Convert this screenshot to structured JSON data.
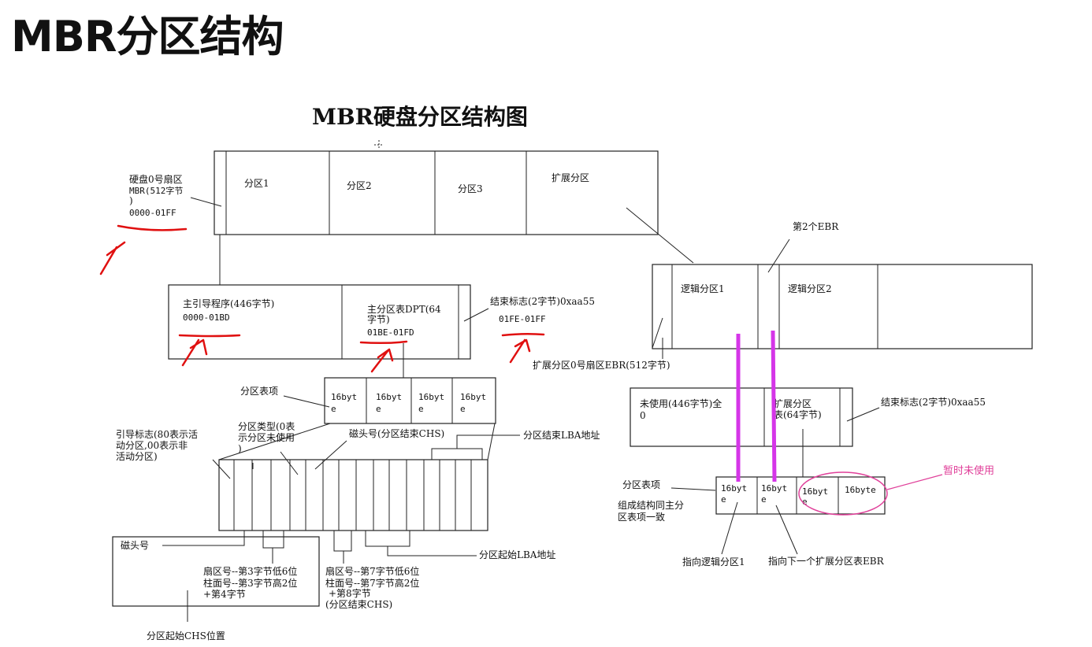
{
  "page_title": "MBR分区结构",
  "diagram": {
    "title": "MBR硬盘分区结构图",
    "disk": {
      "mbr_label_1": "硬盘0号扇区",
      "mbr_label_2": "MBR(512字节",
      "mbr_label_3": ")",
      "mbr_range": "0000-01FF",
      "partitions": [
        "分区1",
        "分区2",
        "分区3",
        "扩展分区"
      ]
    },
    "mbr_detail": {
      "boot_label": "主引导程序(446字节)",
      "boot_range": "0000-01BD",
      "dpt_label_1": "主分区表DPT(64",
      "dpt_label_2": "字节)",
      "dpt_range": "01BE-01FD",
      "end_label": "结束标志(2字节)0xaa55",
      "end_range": "01FE-01FF"
    },
    "partition_entry": {
      "label": "分区表项",
      "slot_top": "16byt",
      "slot_bottom": "e"
    },
    "byte_fields": {
      "boot_flag_1": "引导标志(80表示活",
      "boot_flag_2": "动分区,00表示非",
      "boot_flag_3": "活动分区)",
      "type_1": "分区类型(0表",
      "type_2": "示分区未使用",
      "type_3": ")",
      "head_end": "磁头号(分区结束CHS)",
      "lba_end": "分区结束LBA地址",
      "head_start": "磁头号",
      "sector_start": "扇区号--第3字节低6位",
      "cylinder_start": "柱面号--第3字节高2位",
      "cylinder_start_2": "+第4字节",
      "sector_end": "扇区号--第7字节低6位",
      "cylinder_end": "柱面号--第7字节高2位",
      "cylinder_end_2": "+第8字节",
      "chs_end_note": "(分区结束CHS)",
      "lba_start": "分区起始LBA地址",
      "chs_start": "分区起始CHS位置"
    },
    "extended": {
      "second_ebr": "第2个EBR",
      "logical_1": "逻辑分区1",
      "logical_2": "逻辑分区2",
      "ebr_label": "扩展分区0号扇区EBR(512字节)",
      "unused_1": "未使用(446字节)全",
      "unused_2": "0",
      "ext_table_1": "扩展分区",
      "ext_table_2": "表(64字节)",
      "end_label": "结束标志(2字节)0xaa55",
      "entry_label": "分区表项",
      "entry_note_1": "组成结构同主分",
      "entry_note_2": "区表项一致",
      "slot_4_label": "16byte",
      "unused_note": "暂时未使用",
      "points_logical": "指向逻辑分区1",
      "points_next": "指向下一个扩展分区表EBR"
    }
  },
  "colors": {
    "annotation_red": "#e01010",
    "highlight_magenta": "#d535e8",
    "note_pink": "#e0409a"
  }
}
